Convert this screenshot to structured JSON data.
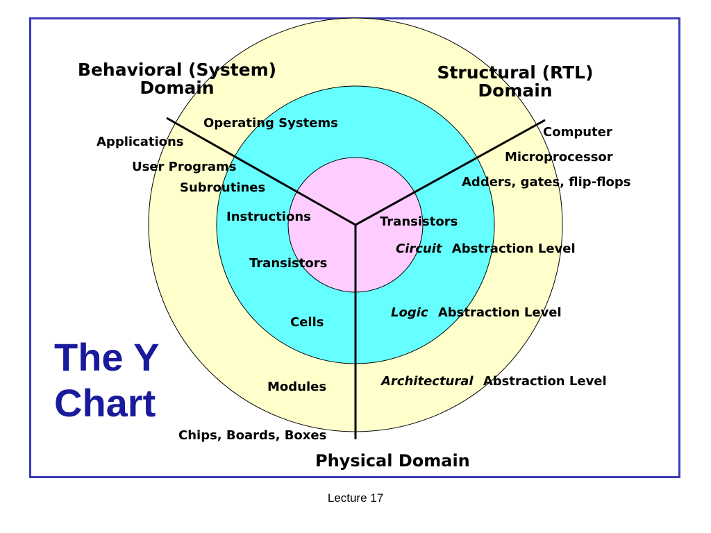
{
  "title_line1": "The Y",
  "title_line2": "Chart",
  "footer": "Lecture 17",
  "colors": {
    "outer_ring": "#ffffcc",
    "middle_ring": "#66ffff",
    "inner_circle": "#ffccff",
    "frame": "#3b3bb8",
    "title": "#1a1a9c"
  },
  "domains": {
    "behavioral_line1": "Behavioral (System)",
    "behavioral_line2": "Domain",
    "structural_line1": "Structural (RTL)",
    "structural_line2": "Domain",
    "physical": "Physical Domain"
  },
  "behavioral_items": {
    "operating_systems": "Operating Systems",
    "applications": "Applications",
    "user_programs": "User Programs",
    "subroutines": "Subroutines",
    "instructions": "Instructions",
    "transistors": "Transistors"
  },
  "structural_items": {
    "computer": "Computer",
    "microprocessor": "Microprocessor",
    "adders": "Adders, gates, flip-flops",
    "transistors": "Transistors"
  },
  "physical_items": {
    "cells": "Cells",
    "modules": "Modules",
    "chips": "Chips, Boards, Boxes"
  },
  "levels": {
    "circuit_italic": "Circuit",
    "circuit_rest": "Abstraction Level",
    "logic_italic": "Logic",
    "logic_rest": "Abstraction Level",
    "arch_italic": "Architectural",
    "arch_rest": "Abstraction Level"
  }
}
